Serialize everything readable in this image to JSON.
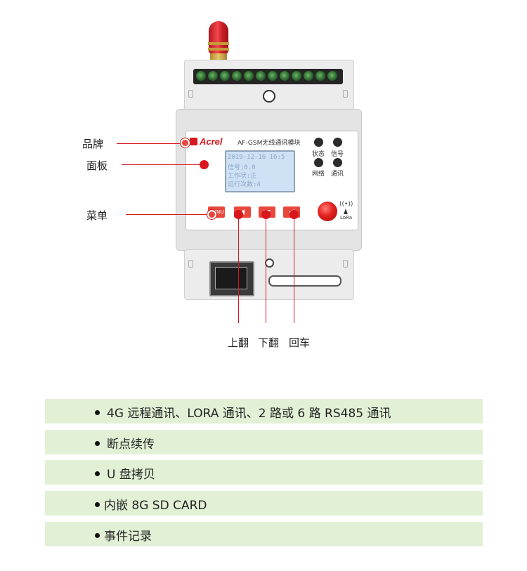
{
  "device": {
    "brand": "Acrel",
    "model": "AF-GSM无线通讯模块",
    "indicators": [
      "状态",
      "信号",
      "网络",
      "通讯"
    ],
    "buttons": [
      "MENU",
      "",
      "",
      ""
    ],
    "lora_label": "LoRa",
    "lcd_lines": [
      "2019-12-16 16:5",
      "信号:0.0",
      "工作状:正",
      "运行次数:4"
    ]
  },
  "callouts": {
    "brand": "品牌",
    "panel": "面板",
    "menu": "菜单",
    "up": "上翻",
    "down": "下翻",
    "enter": "回车"
  },
  "features": [
    "4G 远程通讯、LORA 通讯、2 路或 6 路 RS485 通讯",
    "断点续传",
    "U 盘拷贝",
    "内嵌 8G SD CARD",
    "事件记录"
  ],
  "colors": {
    "accent": "#d7161e",
    "feature_bg": "#e2f1d6",
    "lcd_bg": "#cfe1f5"
  }
}
